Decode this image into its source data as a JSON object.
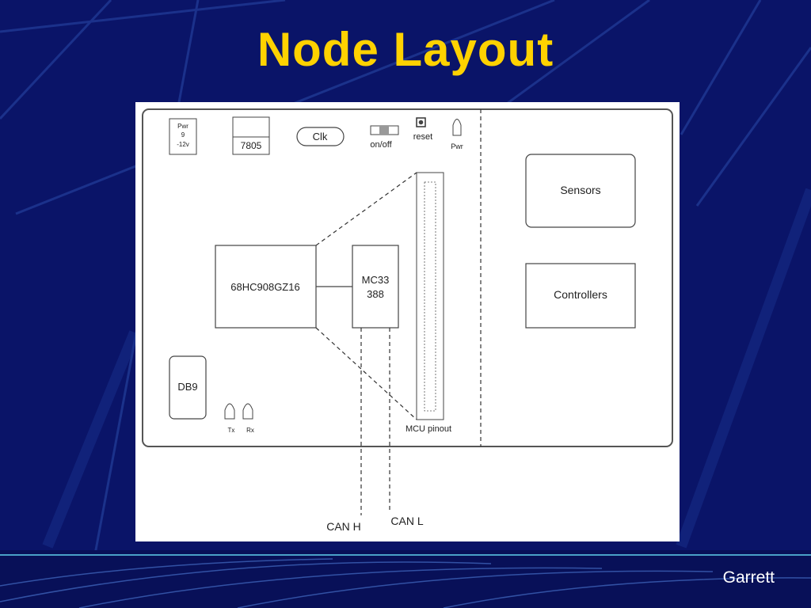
{
  "slide": {
    "title": "Node Layout",
    "footer": "Garrett"
  },
  "diagram": {
    "power_connector": {
      "line1": "Pwr",
      "line2": "9",
      "line3": "-12v"
    },
    "regulator": "7805",
    "clock": "Clk",
    "switch": "on/off",
    "reset": "reset",
    "power_led": "Pwr",
    "mcu": "68HC908GZ16",
    "can_transceiver": {
      "line1": "MC33",
      "line2": "388"
    },
    "mcu_pinout": "MCU pinout",
    "db9": "DB9",
    "tx_led": "Tx",
    "rx_led": "Rx",
    "sensors": "Sensors",
    "controllers": "Controllers",
    "can_h": "CAN H",
    "can_l": "CAN L"
  }
}
